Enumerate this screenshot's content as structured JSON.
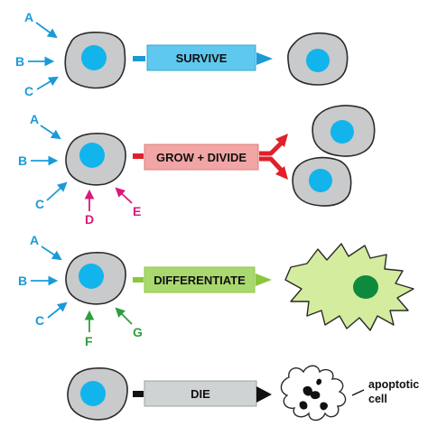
{
  "colors": {
    "signal_blue": "#1a9bd7",
    "signal_magenta": "#d81b7a",
    "signal_green": "#2f9e3f",
    "survive_bar": "#5fc8ee",
    "grow_bar": "#f2a5a5",
    "grow_arrow": "#e0202a",
    "differentiate_bar": "#a9d86e",
    "differentiate_arrow": "#8cc63f",
    "die_bar": "#cfd3d4",
    "die_arrow": "#111111",
    "cell_gray": "#c8cacb",
    "nucleus_blue": "#12b4ec",
    "diff_cell_fill": "#d4ec9e",
    "diff_nucleus": "#0e8a3c"
  },
  "rows": [
    {
      "id": "survive",
      "label": "SURVIVE",
      "signals": [
        "A",
        "B",
        "C"
      ]
    },
    {
      "id": "grow-divide",
      "label": "GROW + DIVIDE",
      "signals": [
        "A",
        "B",
        "C",
        "D",
        "E"
      ]
    },
    {
      "id": "differentiate",
      "label": "DIFFERENTIATE",
      "signals": [
        "A",
        "B",
        "C",
        "F",
        "G"
      ]
    },
    {
      "id": "die",
      "label": "DIE",
      "signals": []
    }
  ],
  "apoptotic_label": {
    "line1": "apoptotic",
    "line2": "cell"
  }
}
